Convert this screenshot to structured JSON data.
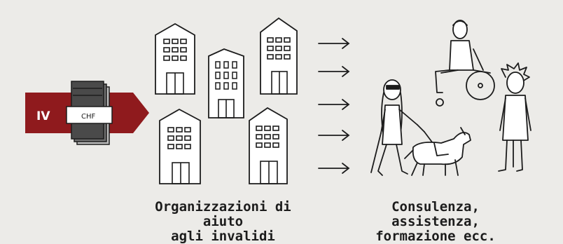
{
  "banner": {
    "label": "IV",
    "color": "#8f1a1d"
  },
  "money": {
    "label": "CHF"
  },
  "captions": {
    "organizations": {
      "line1": "Organizzazioni di aiuto",
      "line2": "agli invalidi"
    },
    "services": {
      "line1": "Consulenza, assistenza,",
      "line2": "formazione ecc."
    }
  },
  "icons": [
    "building-icon",
    "arrow-icon",
    "person-icon",
    "wheelchair-user-icon",
    "guide-dog-icon",
    "money-stack-icon"
  ],
  "colors": {
    "background": "#ecebe8",
    "ink": "#1c1c1c",
    "accent": "#8f1a1d"
  }
}
